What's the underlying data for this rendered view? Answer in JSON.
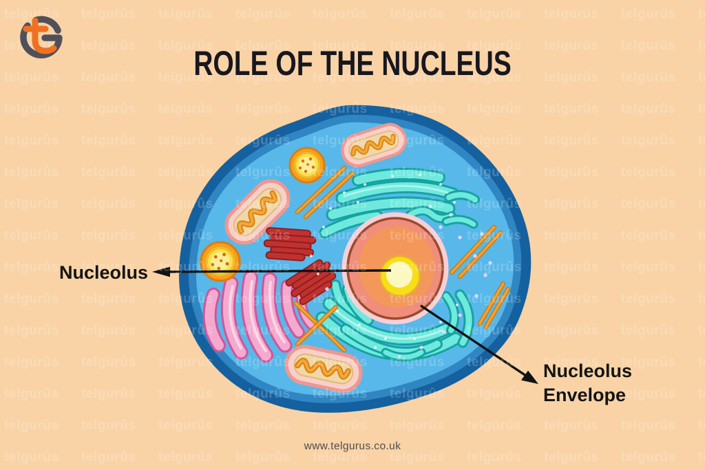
{
  "header": {
    "title": "ROLE OF THE NUCLEUS"
  },
  "branding": {
    "logo_name": "telgurus-logo",
    "watermark_text": "telgurûs"
  },
  "footer": {
    "url": "www.telgurus.co.uk"
  },
  "diagram": {
    "type": "labeled-illustration",
    "subject": "animal-cell-nucleus",
    "labels": {
      "nucleolus": "Nucleolus",
      "envelope_line1": "Nucleolus",
      "envelope_line2": "Envelope"
    },
    "organelles": [
      "cell-membrane",
      "cytoplasm",
      "nucleus",
      "nucleolus",
      "nuclear-envelope",
      "endoplasmic-reticulum",
      "golgi-apparatus",
      "mitochondria",
      "lysosomes",
      "centrioles",
      "microtubules",
      "ribosomes"
    ],
    "colors": {
      "background": "#F9D3A6",
      "membrane": "#15609F",
      "cytoplasm": "#58B8E9",
      "nucleus_body": "#EF8E7B",
      "nucleus_inner": "#F4975A",
      "nucleolus_ring": "#F8DE16",
      "nucleolus_core": "#FCF9C0",
      "er_teal": "#6FE9DE",
      "golgi_pink": "#F4AACE",
      "mitochondria_pink": "#F8D0C9",
      "centriole_red": "#C0312F",
      "microtubule_orange": "#F0A237",
      "lysosome_orange": "#F6A01D",
      "arrow_black": "#121212"
    }
  }
}
